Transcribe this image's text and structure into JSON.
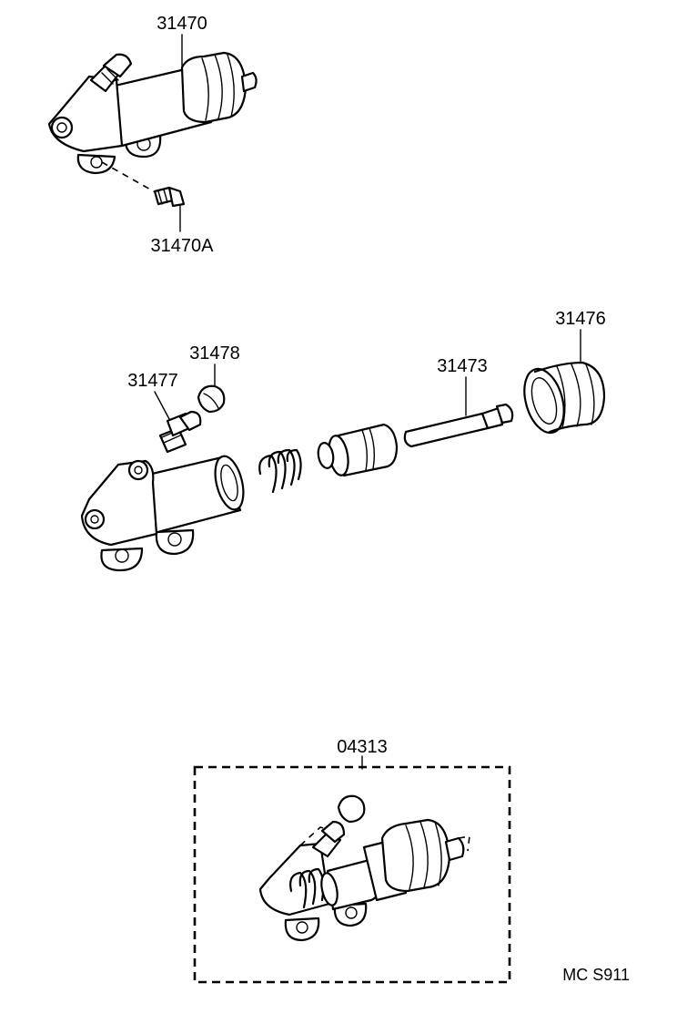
{
  "part_labels": {
    "cylinder_assy": "31470",
    "bleeder_plug": "31470A",
    "boot": "31476",
    "cap": "31478",
    "bleeder_screw": "31477",
    "push_rod": "31473",
    "repair_kit": "04313"
  },
  "diagram_code": "MC S911"
}
